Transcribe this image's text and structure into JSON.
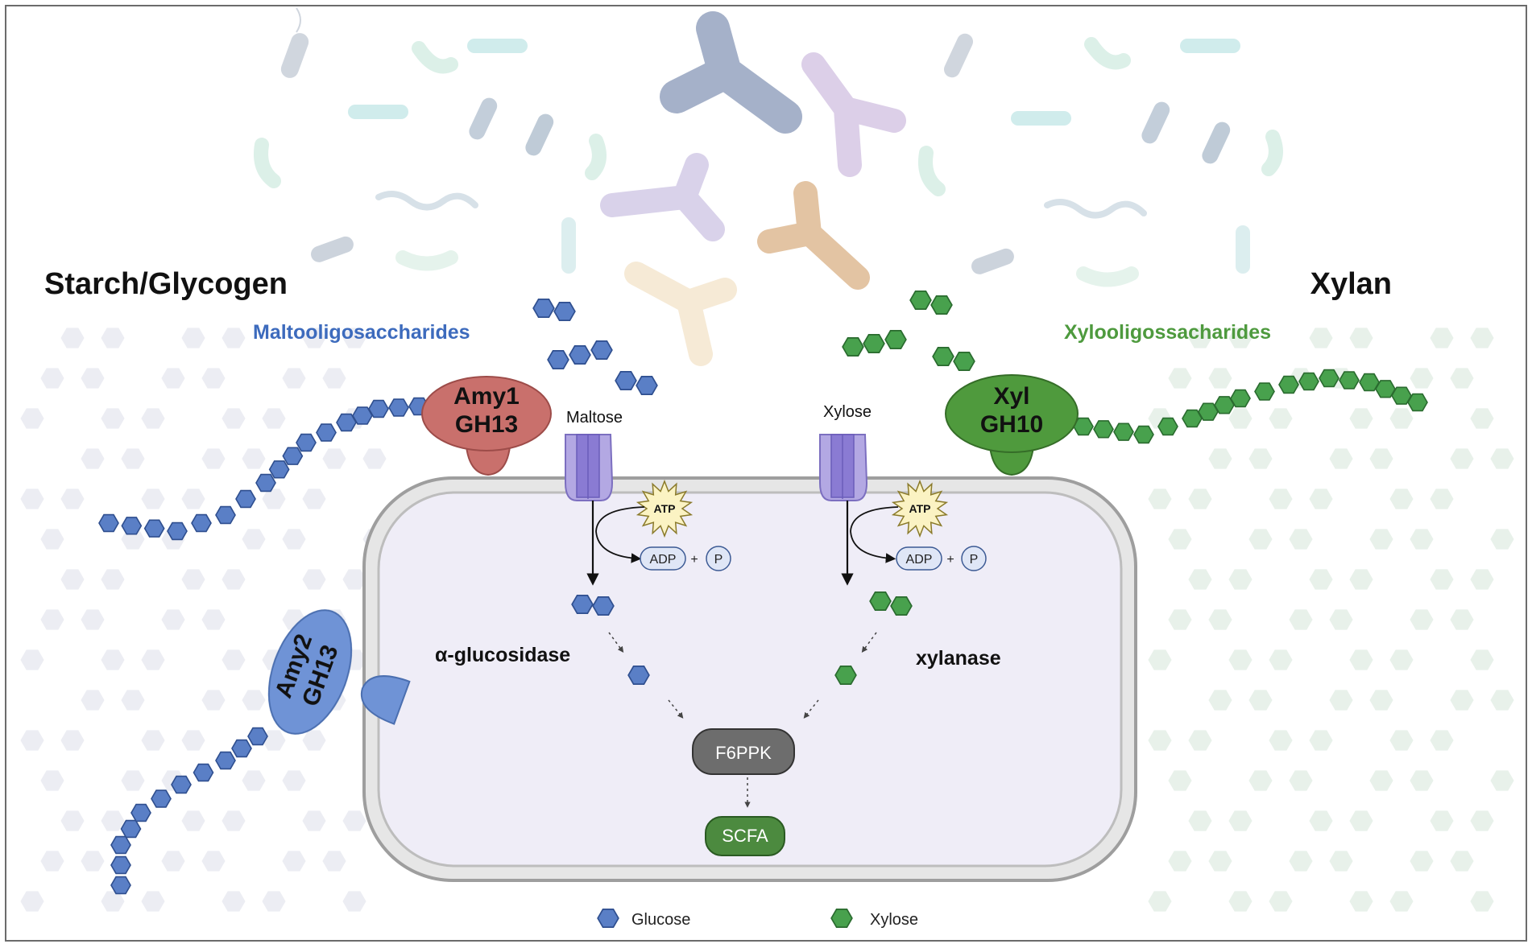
{
  "colors": {
    "glucose": "#5a7fc6",
    "glucose_stroke": "#2f4f8f",
    "xylose": "#48a14d",
    "xylose_stroke": "#2a6b2f",
    "amy1": "#c9706c",
    "amy2": "#6f93d6",
    "xyl": "#4f9a3d",
    "cell_fill": "#efedf7",
    "cell_border": "#bdbdbd",
    "transporter": "#9b8fd6",
    "f6ppk": "#6d6d6d",
    "scfa": "#4c8a3f",
    "blue_text": "#3d6bbd",
    "green_text": "#4e9a3e"
  },
  "left": {
    "substrate": "Starch/Glycogen",
    "oligos": "Maltooligosaccharides",
    "enzyme1_line1": "Amy1",
    "enzyme1_line2": "GH13",
    "enzyme2_line1": "Amy2",
    "enzyme2_line2": "GH13",
    "transporter_label": "Maltose",
    "inner_enzyme": "α-glucosidase"
  },
  "right": {
    "substrate": "Xylan",
    "oligos": "Xylooligossacharides",
    "enzyme_line1": "Xyl",
    "enzyme_line2": "GH10",
    "transporter_label": "Xylose",
    "inner_enzyme": "xylanase"
  },
  "energy": {
    "atp": "ATP",
    "adp": "ADP",
    "plus": "+",
    "phosphate": "P"
  },
  "pathway": {
    "f6ppk": "F6PPK",
    "scfa": "SCFA"
  },
  "legend": {
    "glucose": "Glucose",
    "xylose": "Xylose"
  }
}
